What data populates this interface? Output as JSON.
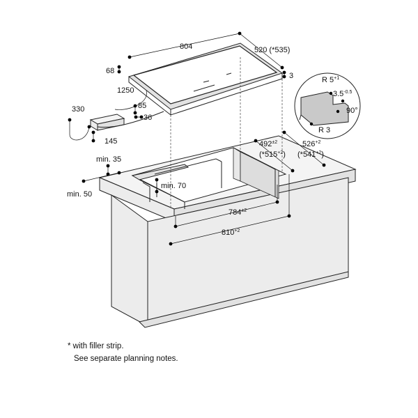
{
  "dimensions": {
    "width": "804",
    "depth": "520 (*535)",
    "frame_height": "68",
    "glass_offset": "3",
    "cable_length": "1250",
    "box_width": "330",
    "box_depth": "85",
    "box_height": "36",
    "box_length": "145",
    "min_35": "min. 35",
    "min_70": "min. 70",
    "min_50": "min. 50",
    "cutout_depth_main": "492",
    "cutout_depth_main_tol": "±2",
    "cutout_depth_main_alt": "(*515",
    "cutout_depth_main_alt_tol": "+2",
    "cutout_depth_outer": "526",
    "cutout_depth_outer_tol": "+2",
    "cutout_depth_outer_alt": "(*541",
    "cutout_depth_outer_alt_tol": "+2",
    "cutout_width_inner": "784",
    "cutout_width_inner_tol": "±2",
    "cutout_width_outer": "810",
    "cutout_width_outer_tol": "+2",
    "radius_top": "R 5",
    "radius_top_tol": "+1",
    "rebate_depth": "3.5",
    "rebate_depth_tol": "-0.5",
    "angle": "90°",
    "radius_bottom": "R 3"
  },
  "notes": {
    "line1": "* with filler strip.",
    "line2": "See separate planning notes."
  }
}
